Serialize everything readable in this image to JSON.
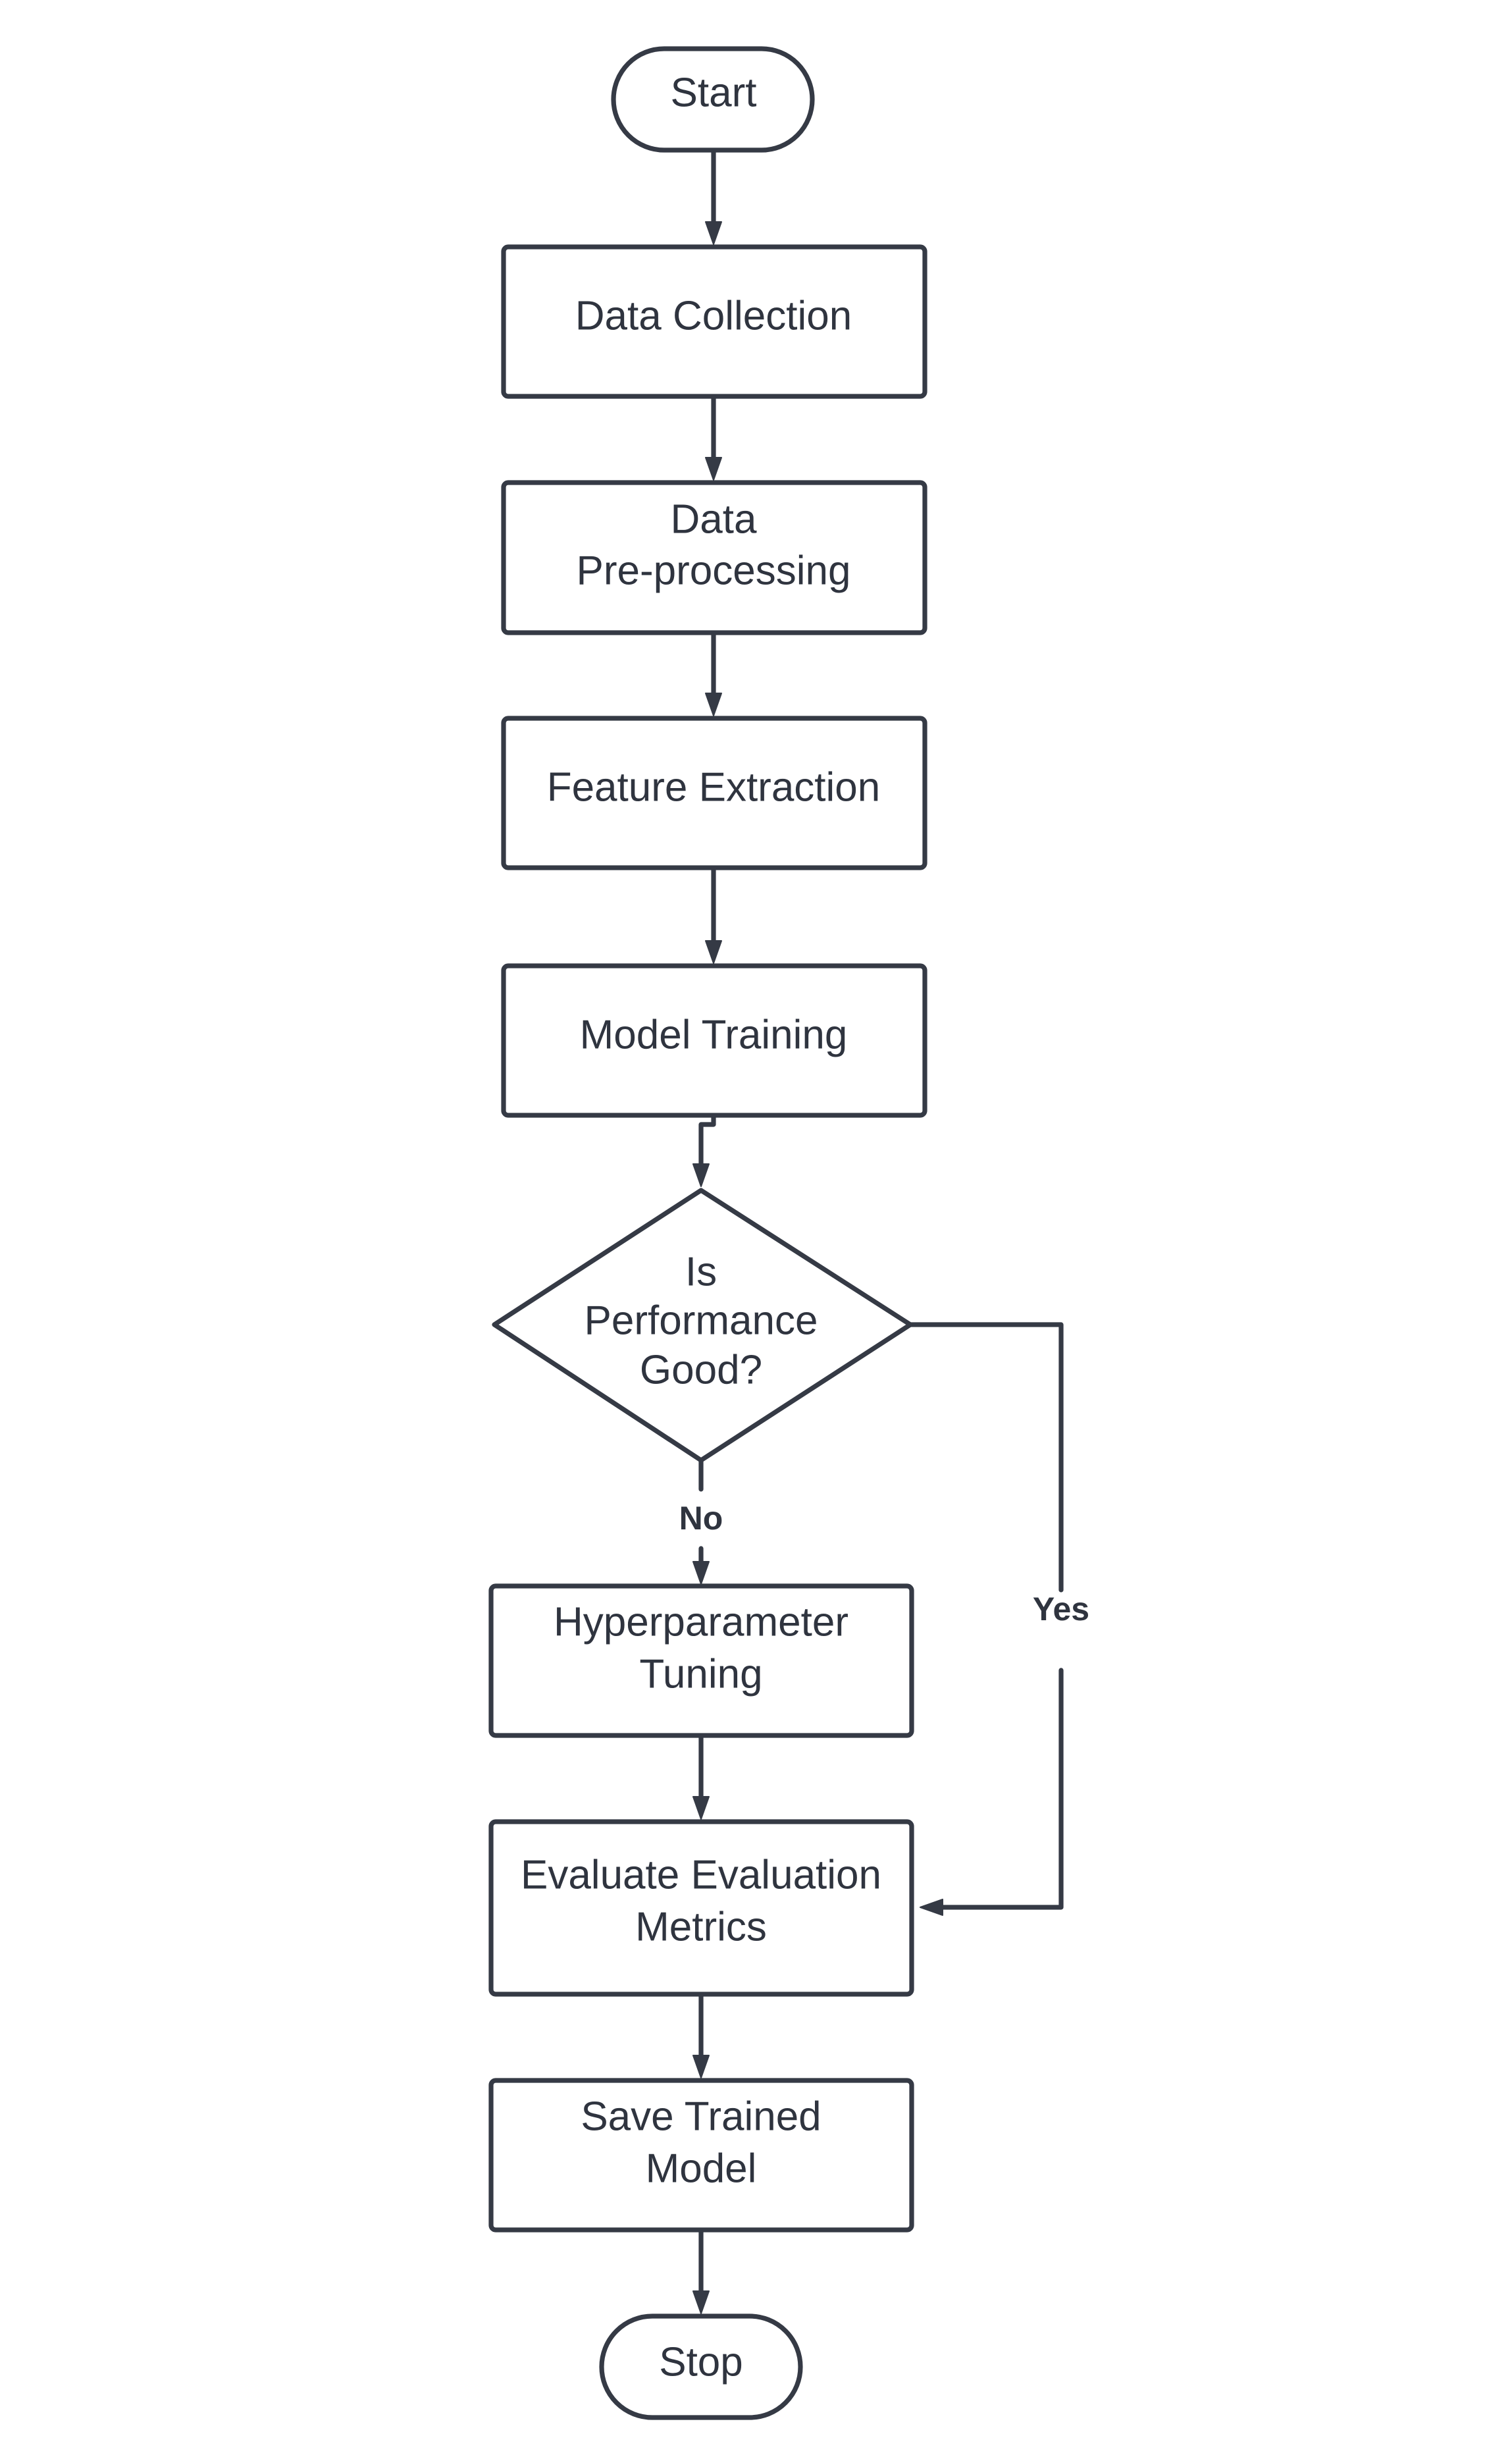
{
  "nodes": {
    "start": {
      "lines": [
        "Start"
      ]
    },
    "data_collection": {
      "lines": [
        "Data Collection"
      ]
    },
    "data_preprocessing": {
      "lines": [
        "Data",
        "Pre-processing"
      ]
    },
    "feature_extraction": {
      "lines": [
        "Feature Extraction"
      ]
    },
    "model_training": {
      "lines": [
        "Model Training"
      ]
    },
    "decision": {
      "lines": [
        "Is",
        "Performance",
        "Good?"
      ]
    },
    "hyperparameter_tuning": {
      "lines": [
        "Hyperparameter",
        "Tuning"
      ]
    },
    "evaluate_metrics": {
      "lines": [
        "Evaluate Evaluation",
        "Metrics"
      ]
    },
    "save_model": {
      "lines": [
        "Save Trained",
        "Model"
      ]
    },
    "stop": {
      "lines": [
        "Stop"
      ]
    }
  },
  "edges": {
    "no_label": "No",
    "yes_label": "Yes"
  }
}
